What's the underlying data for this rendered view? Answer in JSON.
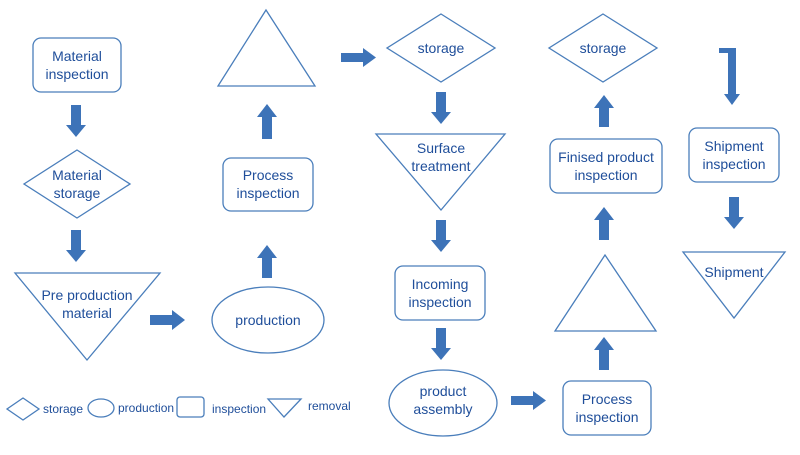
{
  "colors": {
    "outline": "#4a7ebb",
    "arrow": "#3d73b8",
    "text": "#1f4e9a",
    "fill": "#ffffff"
  },
  "nodes": {
    "material_inspection": [
      "Material",
      "inspection"
    ],
    "material_storage": [
      "Material",
      "storage"
    ],
    "pre_production_material": [
      "Pre production",
      "material"
    ],
    "production": "production",
    "process_inspection_1": [
      "Process",
      "inspection"
    ],
    "triangle_removal_1": "",
    "storage_1": "storage",
    "surface_treatment": [
      "Surface",
      "treatment"
    ],
    "incoming_inspection": [
      "Incoming",
      "inspection"
    ],
    "product_assembly": [
      "product",
      "assembly"
    ],
    "process_inspection_2": [
      "Process",
      "inspection"
    ],
    "triangle_removal_2": "",
    "finished_product_inspection": [
      "Finised product",
      "inspection"
    ],
    "storage_2": "storage",
    "shipment_inspection": [
      "Shipment",
      "inspection"
    ],
    "shipment": "Shipment"
  },
  "legend": {
    "storage": "storage",
    "production": "production",
    "inspection": "inspection",
    "removal": "removal"
  }
}
